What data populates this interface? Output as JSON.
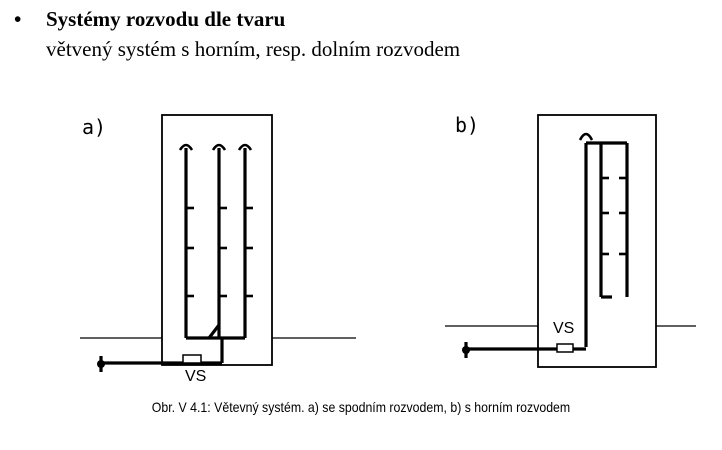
{
  "heading": {
    "bullet": "•",
    "title": "Systémy rozvodu dle tvaru",
    "subtitle": "větvený systém s horním, resp. dolním rozvodem"
  },
  "figure": {
    "panel_a_label": "a)",
    "panel_b_label": "b)",
    "vs_label_a": "VS",
    "vs_label_b": "VS",
    "caption": "Obr. V 4.1: Větevný systém. a) se spodním rozvodem, b) s horním rozvodem"
  }
}
